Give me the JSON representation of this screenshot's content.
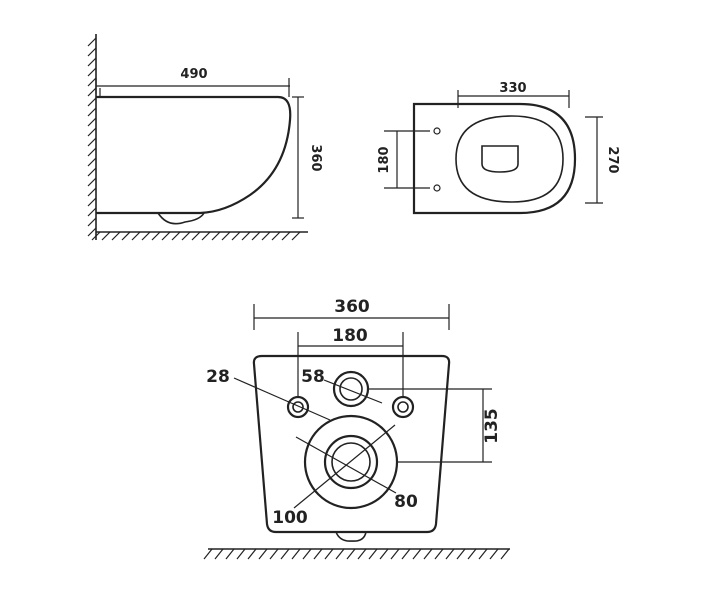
{
  "side_view": {
    "length": "490",
    "height": "360"
  },
  "top_view": {
    "bowl_length": "330",
    "fixing_spacing": "180",
    "width": "270"
  },
  "rear_view": {
    "width": "360",
    "fixing_spacing": "180",
    "fixing_hole": "28",
    "inlet_diameter": "58",
    "inlet_outlet_offset": "135",
    "outlet_outer_diameter": "100",
    "outlet_inner_diameter": "80"
  }
}
